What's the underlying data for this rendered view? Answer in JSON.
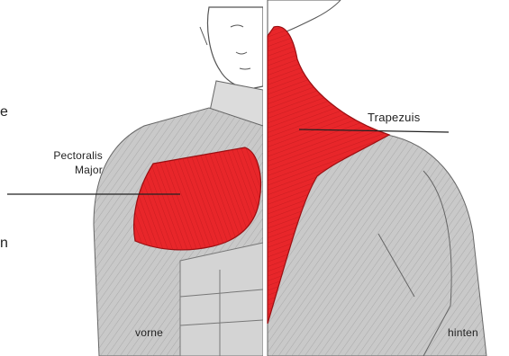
{
  "labels": {
    "pectoralis_line1": "Pectoralis",
    "pectoralis_line2": "Major",
    "trapezius": "Trapezuis",
    "front": "vorne",
    "back": "hinten"
  },
  "edge_fragments": {
    "upper": "e",
    "lower": "n"
  },
  "colors": {
    "muscle_highlight": "#e8262a",
    "muscle_shade": "#b9b9b9",
    "outline": "#555555",
    "background": "#ffffff"
  }
}
